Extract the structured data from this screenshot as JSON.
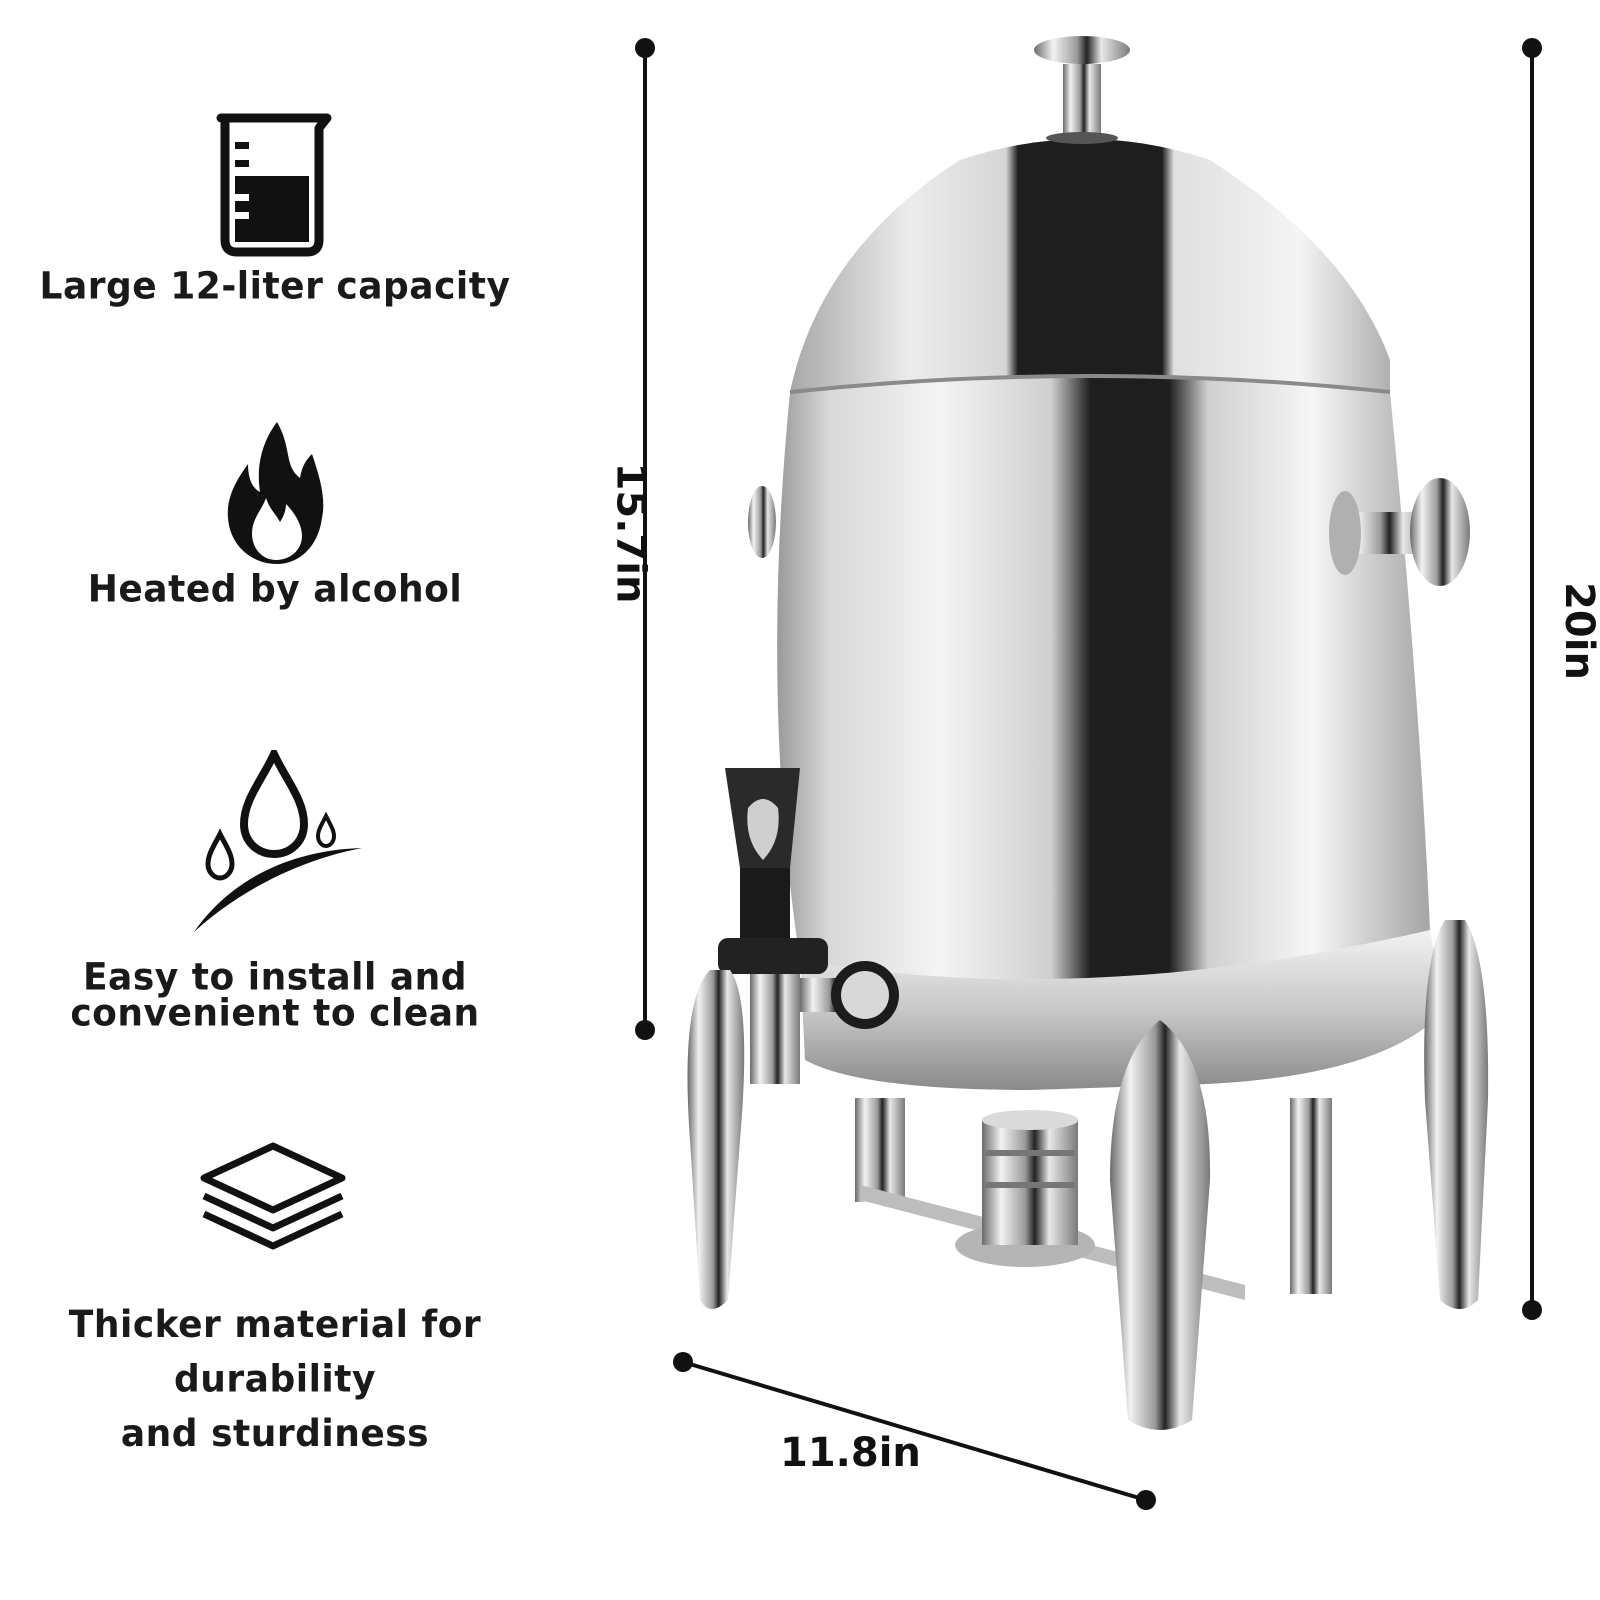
{
  "features": [
    {
      "icon": "beaker-icon",
      "label": "Large 12-liter capacity"
    },
    {
      "icon": "flame-icon",
      "label": "Heated by alcohol"
    },
    {
      "icon": "water-drops-icon",
      "label_line1": "Easy to install and",
      "label_line2": "convenient to clean"
    },
    {
      "icon": "layers-icon",
      "label_line1": "Thicker material for durability",
      "label_line2": "and sturdiness"
    }
  ],
  "dimensions": {
    "body_height": "15.7in",
    "total_height": "20in",
    "width": "11.8in"
  },
  "colors": {
    "text": "#1a1a1a",
    "steel_dark": "#1c1c1c",
    "steel_light": "#e6e6e6"
  }
}
